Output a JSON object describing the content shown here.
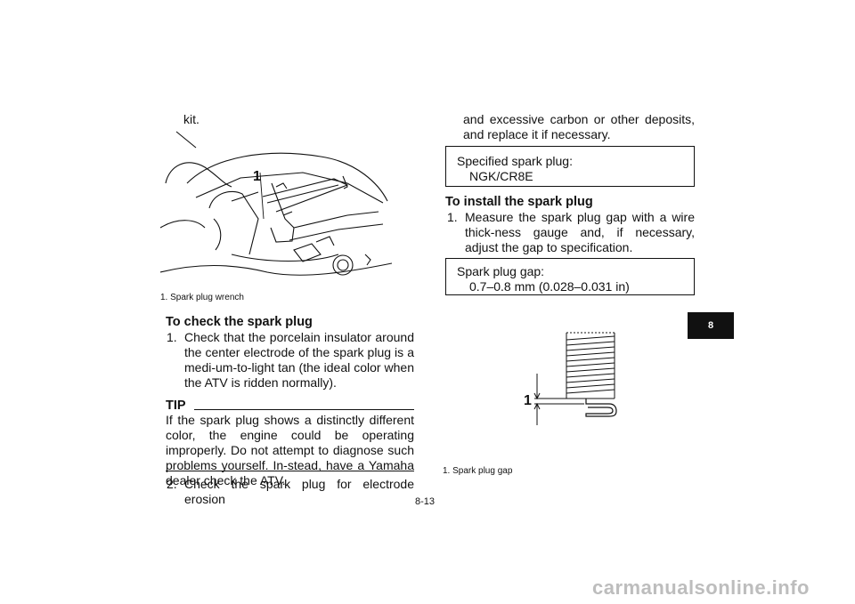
{
  "left": {
    "kit_text": "kit.",
    "figure1_callout": "1",
    "figure1_caption": "1. Spark plug wrench",
    "check_heading": "To check the spark plug",
    "step1_num": "1.",
    "step1_text": "Check that the porcelain insulator around the center electrode of the spark plug is a medi-um-to-light tan (the ideal color when the ATV is ridden normally).",
    "tip_title": "TIP",
    "tip_text": "If the spark plug shows a distinctly different color, the engine could be operating improperly. Do not attempt to diagnose such problems yourself. In-stead, have a Yamaha dealer check the ATV.",
    "step2_num": "2.",
    "step2_text": "Check the spark plug for electrode erosion"
  },
  "right": {
    "continued_text": "and excessive carbon or other deposits, and replace it if necessary.",
    "spec_plug_label": "Specified spark plug:",
    "spec_plug_value": "NGK/CR8E",
    "install_heading": "To install the spark plug",
    "step1_num": "1.",
    "step1_text": "Measure the spark plug gap with a wire thick-ness gauge and, if necessary, adjust the gap to specification.",
    "spec_gap_label": "Spark plug gap:",
    "spec_gap_value": "0.7–0.8 mm (0.028–0.031 in)",
    "figure2_callout": "1",
    "figure2_caption": "1. Spark plug gap"
  },
  "page_number": "8-13",
  "section_tab": "8",
  "watermark": "carmanualsonline.info",
  "colors": {
    "text": "#111111",
    "tab_bg": "#111111",
    "tab_fg": "#ffffff",
    "watermark": "#bdbdbd"
  }
}
